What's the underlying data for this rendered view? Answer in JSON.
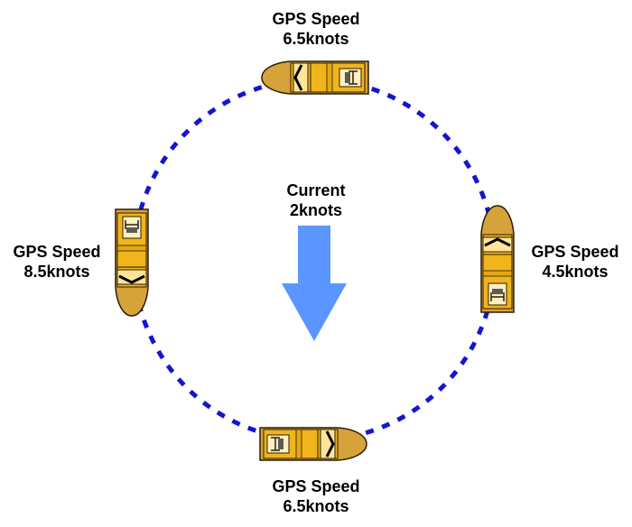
{
  "labels": {
    "top": {
      "title": "GPS Speed",
      "value": "6.5knots"
    },
    "bottom": {
      "title": "GPS Speed",
      "value": "6.5knots"
    },
    "left": {
      "title": "GPS Speed",
      "value": "8.5knots"
    },
    "right": {
      "title": "GPS Speed",
      "value": "4.5knots"
    },
    "current": {
      "title": "Current",
      "value": "2knots"
    }
  },
  "boats": [
    {
      "position": "top",
      "heading": "west"
    },
    {
      "position": "right",
      "heading": "north"
    },
    {
      "position": "bottom",
      "heading": "east"
    },
    {
      "position": "left",
      "heading": "south"
    }
  ],
  "current_arrow": {
    "direction": "south",
    "color": "#5b95ff"
  },
  "colors": {
    "path": "#1414d2",
    "hull_outer": "#d6a23a",
    "hull_inner": "#f0b41c",
    "seat": "#ffe49a",
    "outline": "#2a1c08",
    "text": "#000000"
  },
  "icons": [
    "boat-icon",
    "seat-icon",
    "down-arrow-icon"
  ]
}
